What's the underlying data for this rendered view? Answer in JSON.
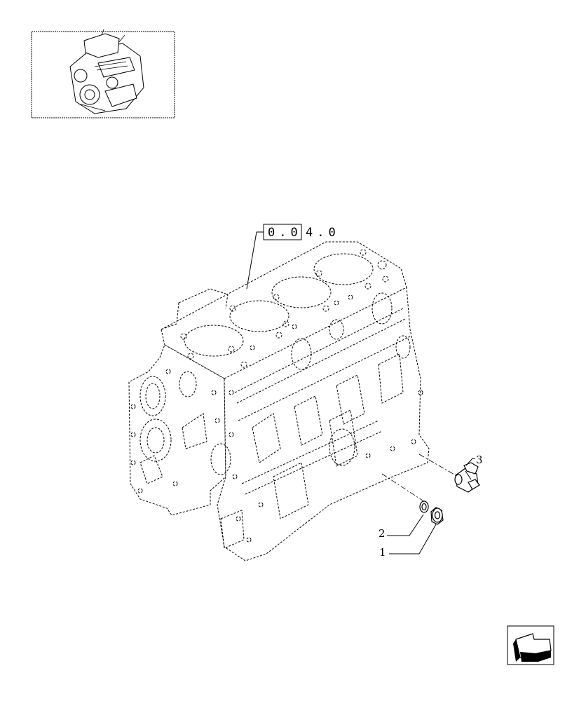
{
  "reference": {
    "boxed": "0.0",
    "rest": "4.0"
  },
  "callouts": [
    {
      "number": "1"
    },
    {
      "number": "2"
    },
    {
      "number": "3"
    }
  ],
  "icons": {
    "thumbnail": "engine-thumbnail-icon",
    "navigation": "return-arrow-icon"
  }
}
